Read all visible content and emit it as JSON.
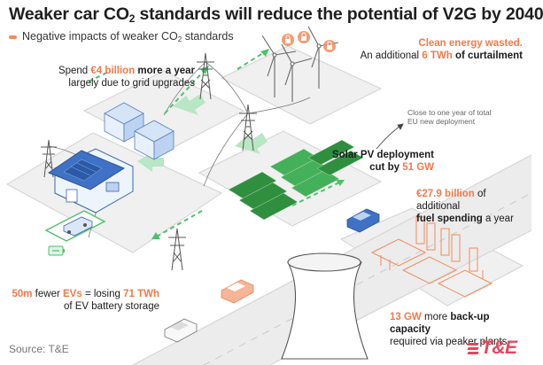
{
  "title": {
    "prefix": "Weaker car CO",
    "subscript": "2",
    "suffix": " standards will reduce the potential of V2G by 2040"
  },
  "legend": {
    "prefix": "Negative impacts of weaker CO",
    "subscript": "2",
    "suffix": " standards",
    "color": "#f28a5b"
  },
  "annotations": {
    "grid": {
      "pre": "Spend ",
      "value": "€4 billion",
      "mid": " more a year",
      "line2": "largely due to grid upgrades"
    },
    "clean_energy": {
      "line1": "Clean energy wasted.",
      "pre": "An additional ",
      "value": "6 TWh",
      "post": " of curtailment"
    },
    "deployment_note": {
      "line1": "Close to one year of total",
      "line2": "EU new deployment"
    },
    "solar": {
      "line1": "Solar PV deployment",
      "pre": "cut by ",
      "value": "51 GW"
    },
    "fuel": {
      "value": "€27.9 billion",
      "mid": " of additional",
      "line2_bold": "fuel spending",
      "line2_post": " a year"
    },
    "evs": {
      "value": "50m",
      "mid": " fewer ",
      "evs": "EVs",
      "eq": " = losing ",
      "twh": "71 TWh",
      "line2": "of EV battery storage"
    },
    "backup": {
      "value": "13 GW",
      "mid": " more ",
      "bold": "back-up capacity",
      "line2": "required via peaker plants"
    }
  },
  "source": "Source: T&E",
  "logo": "T&E",
  "colors": {
    "accent": "#f07a4c",
    "green": "#4cc26c",
    "blue": "#2f6fd8",
    "logo": "#e8445c",
    "line": "#7a7a7a"
  }
}
